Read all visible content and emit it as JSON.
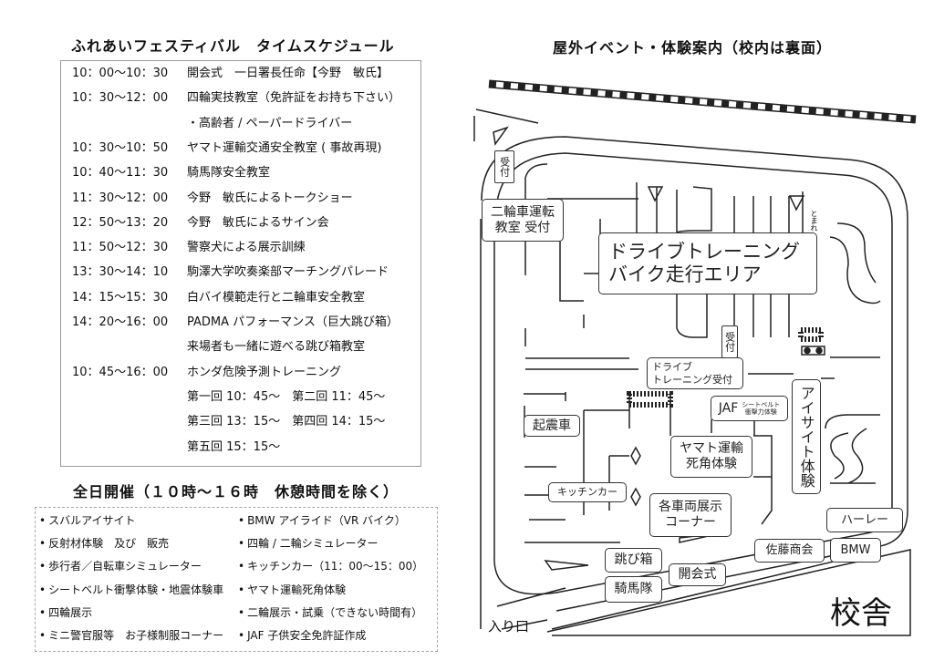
{
  "schedule": {
    "title": "ふれあいフェスティバル　タイムスケジュール",
    "rows": [
      {
        "time": "10：00～10：30",
        "event": "開会式　一日署長任命【今野　敏氏】"
      },
      {
        "time": "10：30～12：00",
        "event": "四輪実技教室（免許証をお持ち下さい）"
      },
      {
        "time": "",
        "event": "・高齢者 / ペーパードライバー"
      },
      {
        "time": "10：30～10：50",
        "event": "ヤマト運輸交通安全教室 ( 事故再現)"
      },
      {
        "time": "10：40～11：30",
        "event": "騎馬隊安全教室"
      },
      {
        "time": "11：30～12：00",
        "event": "今野　敏氏によるトークショー"
      },
      {
        "time": "12：50～13：20",
        "event": "今野　敏氏によるサイン会"
      },
      {
        "time": "11：50～12：30",
        "event": "警察犬による展示訓練"
      },
      {
        "time": "13：30～14：10",
        "event": "駒澤大学吹奏楽部マーチングパレード"
      },
      {
        "time": "14：15～15：30",
        "event": "白バイ模範走行と二輪車安全教室"
      },
      {
        "time": "14：20～16：00",
        "event": "PADMA パフォーマンス（巨大跳び箱）"
      },
      {
        "time": "",
        "event": "来場者も一緒に遊べる跳び箱教室"
      },
      {
        "time": "10：45～16：00",
        "event": "ホンダ危険予測トレーニング"
      },
      {
        "time": "",
        "event": "第一回 10：45～　第二回 11：45～"
      },
      {
        "time": "",
        "event": "第三回 13：15～　第四回 14：15～"
      },
      {
        "time": "",
        "event": "第五回 15：15～"
      }
    ]
  },
  "all_day": {
    "title": "全日開催（１０時～１６時　休憩時間を除く）",
    "left": [
      "スバルアイサイト",
      "反射材体験　及び　販売",
      "歩行者／自転車シミュレーター",
      "シートベルト衝撃体験・地震体験車",
      "四輪展示",
      "ミニ警官服等　お子様制服コーナー"
    ],
    "right": [
      "BMW アイライド（VR バイク）",
      "四輪 / 二輪シミュレーター",
      "キッチンカー（11：00～15：00）",
      "ヤマト運輸死角体験",
      "二輪展示・試乗（できない時間有）",
      "JAF 子供安全免許証作成"
    ]
  },
  "map": {
    "title": "屋外イベント・体験案内（校内は裏面）",
    "reception_top": "受付",
    "bike_school": "二輪車運転\n教室 受付",
    "drive_area_1": "ドライブトレーニング",
    "drive_area_2": "バイク走行エリア",
    "reception_mid": "受付",
    "drive_reception_1": "ドライブ",
    "drive_reception_2": "トレーニング受付",
    "jaf": "JAF",
    "jaf_sub_1": "シートベルト",
    "jaf_sub_2": "衝撃力体験",
    "eyesight": "アイサイト体験",
    "quake": "起震車",
    "yamato_1": "ヤマト運輸",
    "yamato_2": "死角体験",
    "kitchen": "キッチンカー",
    "vehicles_1": "各車両展示",
    "vehicles_2": "コーナー",
    "harley": "ハーレー",
    "sato": "佐藤商会",
    "bmw": "BMW",
    "vault": "跳び箱",
    "opening": "開会式",
    "cavalry": "騎馬隊",
    "school": "校舎",
    "entrance": "入り口",
    "stop": "とまれ"
  }
}
